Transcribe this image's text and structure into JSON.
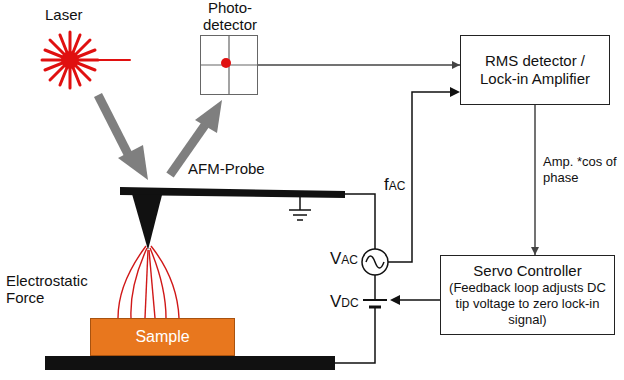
{
  "diagram": {
    "nodes": [
      {
        "text": [
          "Photo-detector"
        ]
      },
      {
        "text": [
          "RMS detector / Lock-in Amplifier"
        ]
      },
      {
        "text": [
          "Servo Controller",
          "(Feedback loop adjusts DC tip voltage to zero lock-in signal)"
        ]
      },
      {
        "text": [
          "Sample"
        ]
      }
    ],
    "edges": [
      {
        "from": 0,
        "to": 1,
        "arrow": "to"
      },
      {
        "from": 1,
        "to": 2,
        "label": "Amp. *cos of phase",
        "arrow": "to"
      }
    ],
    "labels": [
      "Laser",
      "AFM-Probe",
      "Electrostatic Force",
      "fAC",
      "VAC",
      "VDC"
    ]
  }
}
